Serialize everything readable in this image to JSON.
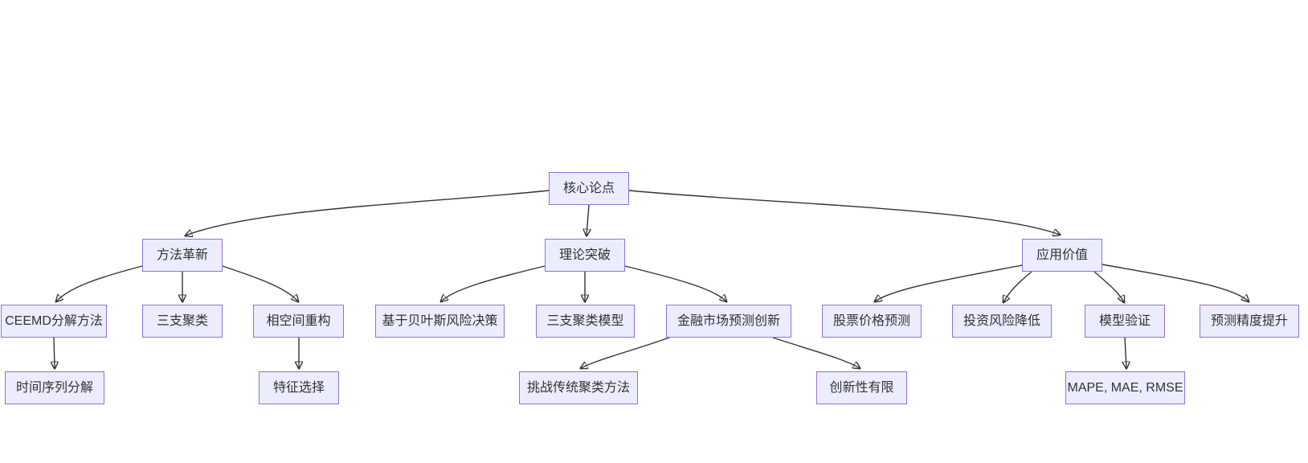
{
  "diagram": {
    "kind": "flowchart-tree",
    "background_color": "#ffffff",
    "node_fill_color": "#ECECFF",
    "node_border_color": "#9370DB",
    "edge_color": "#333333",
    "text_color": "#333333"
  },
  "nodes": {
    "root": {
      "label": "核心论点"
    },
    "method": {
      "label": "方法革新"
    },
    "theory": {
      "label": "理论突破"
    },
    "application": {
      "label": "应用价值"
    },
    "ceemd": {
      "label": "CEEMD分解方法"
    },
    "three_way": {
      "label": "三支聚类"
    },
    "phase_space": {
      "label": "相空间重构"
    },
    "bayes": {
      "label": "基于贝叶斯风险决策"
    },
    "three_way_model": {
      "label": "三支聚类模型"
    },
    "fin_innovation": {
      "label": "金融市场预测创新"
    },
    "stock_prediction": {
      "label": "股票价格预测"
    },
    "risk_reduction": {
      "label": "投资风险降低"
    },
    "model_validation": {
      "label": "模型验证"
    },
    "accuracy": {
      "label": "预测精度提升"
    },
    "ts_decomposition": {
      "label": "时间序列分解"
    },
    "feature_selection": {
      "label": "特征选择"
    },
    "challenge_clustering": {
      "label": "挑战传统聚类方法"
    },
    "limited_novelty": {
      "label": "创新性有限"
    },
    "metrics": {
      "label": "MAPE, MAE, RMSE"
    }
  },
  "edges": [
    {
      "from": "root",
      "to": "method"
    },
    {
      "from": "root",
      "to": "theory"
    },
    {
      "from": "root",
      "to": "application"
    },
    {
      "from": "method",
      "to": "ceemd"
    },
    {
      "from": "method",
      "to": "three_way"
    },
    {
      "from": "method",
      "to": "phase_space"
    },
    {
      "from": "theory",
      "to": "bayes"
    },
    {
      "from": "theory",
      "to": "three_way_model"
    },
    {
      "from": "theory",
      "to": "fin_innovation"
    },
    {
      "from": "application",
      "to": "stock_prediction"
    },
    {
      "from": "application",
      "to": "risk_reduction"
    },
    {
      "from": "application",
      "to": "model_validation"
    },
    {
      "from": "application",
      "to": "accuracy"
    },
    {
      "from": "ceemd",
      "to": "ts_decomposition"
    },
    {
      "from": "phase_space",
      "to": "feature_selection"
    },
    {
      "from": "fin_innovation",
      "to": "challenge_clustering"
    },
    {
      "from": "fin_innovation",
      "to": "limited_novelty"
    },
    {
      "from": "model_validation",
      "to": "metrics"
    }
  ]
}
